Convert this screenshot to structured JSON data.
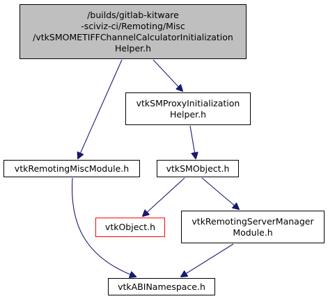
{
  "graph": {
    "edge_color": "#191970",
    "root_fill": "#bfbfbf",
    "missing_border": "#ff0000",
    "nodes": {
      "root": "/builds/gitlab-kitware\n-sciviz-ci/Remoting/Misc\n/vtkSMOMETIFFChannelCalculatorInitialization\nHelper.h",
      "proxy_init": "vtkSMProxyInitialization\nHelper.h",
      "remoting_misc": "vtkRemotingMiscModule.h",
      "sm_object": "vtkSMObject.h",
      "vtk_object": "vtkObject.h",
      "server_manager": "vtkRemotingServerManager\nModule.h",
      "abi_namespace": "vtkABINamespace.h"
    }
  }
}
